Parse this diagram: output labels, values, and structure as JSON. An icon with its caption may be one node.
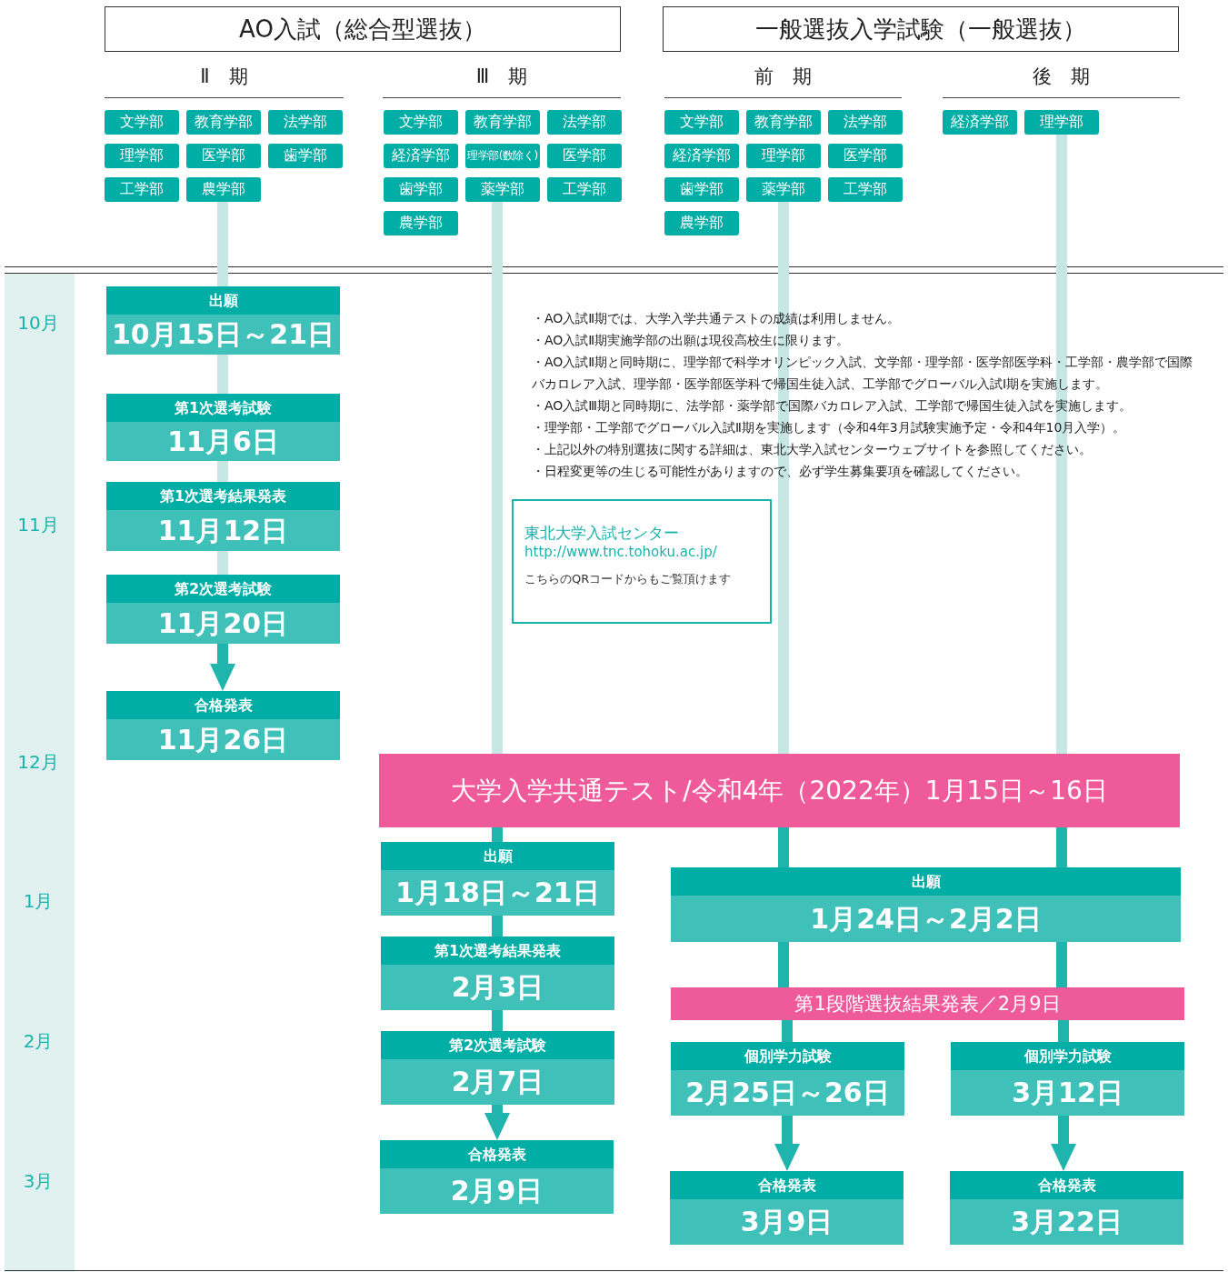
{
  "diagram": {
    "nodes": [
      {
        "text": [
          "AO入試（総合型選抜）"
        ]
      },
      {
        "text": [
          "一般選抜入学試験（一般選抜）"
        ]
      },
      {
        "text": [
          "文学部"
        ]
      },
      {
        "text": [
          "教育学部"
        ]
      },
      {
        "text": [
          "法学部"
        ]
      },
      {
        "text": [
          "理学部"
        ]
      },
      {
        "text": [
          "医学部"
        ]
      },
      {
        "text": [
          "歯学部"
        ]
      },
      {
        "text": [
          "工学部"
        ]
      },
      {
        "text": [
          "農学部"
        ]
      },
      {
        "text": [
          "文学部"
        ]
      },
      {
        "text": [
          "教育学部"
        ]
      },
      {
        "text": [
          "法学部"
        ]
      },
      {
        "text": [
          "経済学部"
        ]
      },
      {
        "text": [
          "理学部(数除く)"
        ]
      },
      {
        "text": [
          "医学部"
        ]
      },
      {
        "text": [
          "歯学部"
        ]
      },
      {
        "text": [
          "薬学部"
        ]
      },
      {
        "text": [
          "工学部"
        ]
      },
      {
        "text": [
          "農学部"
        ]
      },
      {
        "text": [
          "文学部"
        ]
      },
      {
        "text": [
          "教育学部"
        ]
      },
      {
        "text": [
          "法学部"
        ]
      },
      {
        "text": [
          "経済学部"
        ]
      },
      {
        "text": [
          "理学部"
        ]
      },
      {
        "text": [
          "医学部"
        ]
      },
      {
        "text": [
          "歯学部"
        ]
      },
      {
        "text": [
          "薬学部"
        ]
      },
      {
        "text": [
          "工学部"
        ]
      },
      {
        "text": [
          "農学部"
        ]
      },
      {
        "text": [
          "経済学部"
        ]
      },
      {
        "text": [
          "理学部"
        ]
      },
      {
        "text": [
          "出願",
          "10月15日～21日"
        ]
      },
      {
        "text": [
          "第1次選考試験",
          "11月6日"
        ]
      },
      {
        "text": [
          "第1次選考結果発表",
          "11月12日"
        ]
      },
      {
        "text": [
          "第2次選考試験",
          "11月20日"
        ]
      },
      {
        "text": [
          "合格発表",
          "11月26日"
        ]
      },
      {
        "text": [
          "大学入学共通テスト/令和4年（2022年）1月15日～16日"
        ]
      },
      {
        "text": [
          "出願",
          "1月18日～21日"
        ]
      },
      {
        "text": [
          "第1次選考結果発表",
          "2月3日"
        ]
      },
      {
        "text": [
          "第2次選考試験",
          "2月7日"
        ]
      },
      {
        "text": [
          "合格発表",
          "2月9日"
        ]
      },
      {
        "text": [
          "出願",
          "1月24日～2月2日"
        ]
      },
      {
        "text": [
          "第1段階選抜結果発表／2月9日"
        ]
      },
      {
        "text": [
          "個別学力試験",
          "2月25日～26日"
        ]
      },
      {
        "text": [
          "個別学力試験",
          "3月12日"
        ]
      },
      {
        "text": [
          "合格発表",
          "3月9日"
        ]
      },
      {
        "text": [
          "合格発表",
          "3月22日"
        ]
      },
      {
        "text": [
          "東北大学入試センター",
          "http://www.tnc.tohoku.ac.jp/",
          "こちらのQRコードからもご覧頂けます"
        ]
      }
    ],
    "edges": [
      {
        "from": 9,
        "to": 32,
        "arrow": "none",
        "color": "#c6e7e4"
      },
      {
        "from": 32,
        "to": 33,
        "arrow": "none",
        "color": "#c6e7e4"
      },
      {
        "from": 33,
        "to": 34,
        "arrow": "none",
        "color": "#c6e7e4"
      },
      {
        "from": 34,
        "to": 35,
        "arrow": "none",
        "color": "#c6e7e4"
      },
      {
        "from": 35,
        "to": 36,
        "arrow": "to"
      },
      {
        "from": 17,
        "to": 37,
        "arrow": "none",
        "color": "#c6e7e4"
      },
      {
        "from": 27,
        "to": 37,
        "arrow": "none",
        "color": "#c6e7e4"
      },
      {
        "from": 31,
        "to": 37,
        "arrow": "none",
        "color": "#c6e7e4"
      },
      {
        "from": 37,
        "to": 38,
        "arrow": "none"
      },
      {
        "from": 38,
        "to": 39,
        "arrow": "none"
      },
      {
        "from": 39,
        "to": 40,
        "arrow": "none"
      },
      {
        "from": 40,
        "to": 41,
        "arrow": "to"
      },
      {
        "from": 37,
        "to": 42,
        "arrow": "none"
      },
      {
        "from": 37,
        "to": 42,
        "arrow": "none"
      },
      {
        "from": 42,
        "to": 43,
        "arrow": "none"
      },
      {
        "from": 42,
        "to": 43,
        "arrow": "none"
      },
      {
        "from": 43,
        "to": 44,
        "arrow": "none"
      },
      {
        "from": 43,
        "to": 45,
        "arrow": "none"
      },
      {
        "from": 44,
        "to": 46,
        "arrow": "to"
      },
      {
        "from": 45,
        "to": 47,
        "arrow": "to"
      }
    ],
    "labels": [
      "Ⅱ　期",
      "Ⅲ　期",
      "前　期",
      "後　期",
      "10月",
      "11月",
      "12月",
      "1月",
      "2月",
      "3月",
      "・AO入試Ⅱ期では、大学入学共通テストの成績は利用しません。",
      "・AO入試Ⅱ期実施学部の出願は現役高校生に限ります。",
      "・AO入試Ⅱ期と同時期に、理学部で科学オリンピック入試、文学部・理学部・医学部医学科・工学部・農学部で国際バカロレア入試、理学部・医学部医学科で帰国生徒入試、工学部でグローバル入試Ⅰ期を実施します。",
      "・AO入試Ⅲ期と同時期に、法学部・薬学部で国際バカロレア入試、工学部で帰国生徒入試を実施します。",
      "・理学部・工学部でグローバル入試Ⅱ期を実施します（令和4年3月試験実施予定・令和4年10月入学）。",
      "・上記以外の特別選抜に関する詳細は、東北大学入試センターウェブサイトを参照してください。",
      "・日程変更等の生じる可能性がありますので、必ず学生募集要項を確認してください。"
    ]
  }
}
